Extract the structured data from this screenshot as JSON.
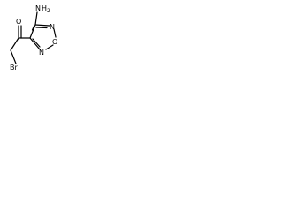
{
  "molecule": {
    "atoms": {
      "nh2_n": "N",
      "nh2_h": "H",
      "nh2_sub": "2",
      "carbonyl_o": "O",
      "ring_o": "O",
      "ring_n1": "N",
      "ring_n2": "N",
      "br": "Br"
    },
    "colors": {
      "ink": "#000000",
      "background": "#ffffff"
    }
  }
}
